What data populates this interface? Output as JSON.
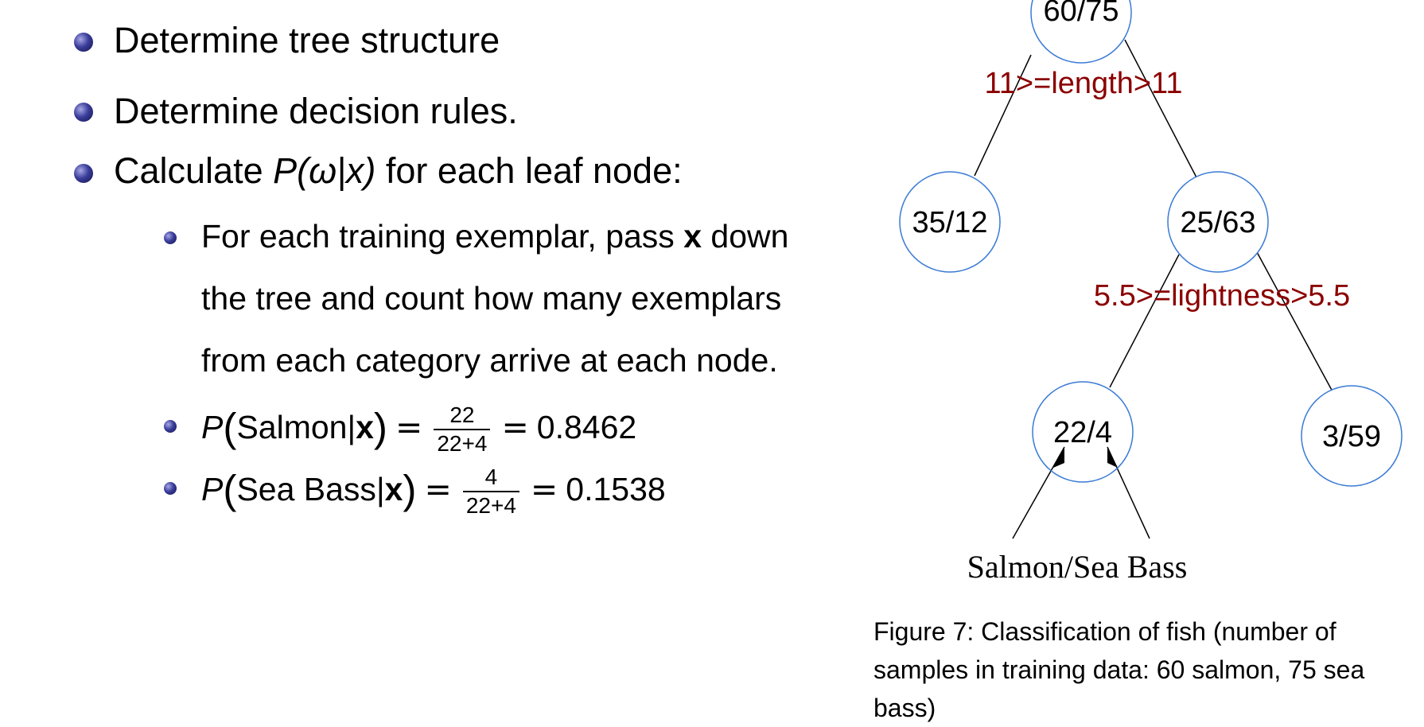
{
  "bullets": [
    {
      "text": "Determine tree structure"
    },
    {
      "text": "Determine decision rules."
    },
    {
      "prefix": "Calculate ",
      "math": "P(ω|x)",
      "suffix": " for each leaf node:"
    }
  ],
  "sub_bullets": {
    "exemplar": {
      "line1_pre": "For each training exemplar, pass ",
      "bold_x": "x",
      "line1_post": " down",
      "line2": "the tree and count how many exemplars",
      "line3": "from each category arrive at each node."
    },
    "salmon": {
      "p": "P",
      "class_name": "Salmon",
      "bar": "|",
      "x": "x",
      "eq": "=",
      "numerator": "22",
      "denominator": "22+4",
      "result": "0.8462"
    },
    "seabass": {
      "p": "P",
      "class_name": "Sea Bass",
      "bar": "|",
      "x": "x",
      "eq": "=",
      "numerator": "4",
      "denominator": "22+4",
      "result": "0.1538"
    }
  },
  "tree": {
    "nodes": {
      "root": "60/75",
      "left": "35/12",
      "right": "25/63",
      "right_left": "22/4",
      "right_right": "3/59"
    },
    "rules": {
      "length": "11>=length>11",
      "lightness": "5.5>=lightness>5.5"
    },
    "leaf_label": "Salmon/Sea Bass",
    "colors": {
      "node_stroke": "#3a7bd5",
      "rule_text": "#8b0000",
      "edge": "#000000"
    }
  },
  "caption": "Figure 7: Classification of fish (number of samples in training data: 60 salmon, 75 sea bass)"
}
